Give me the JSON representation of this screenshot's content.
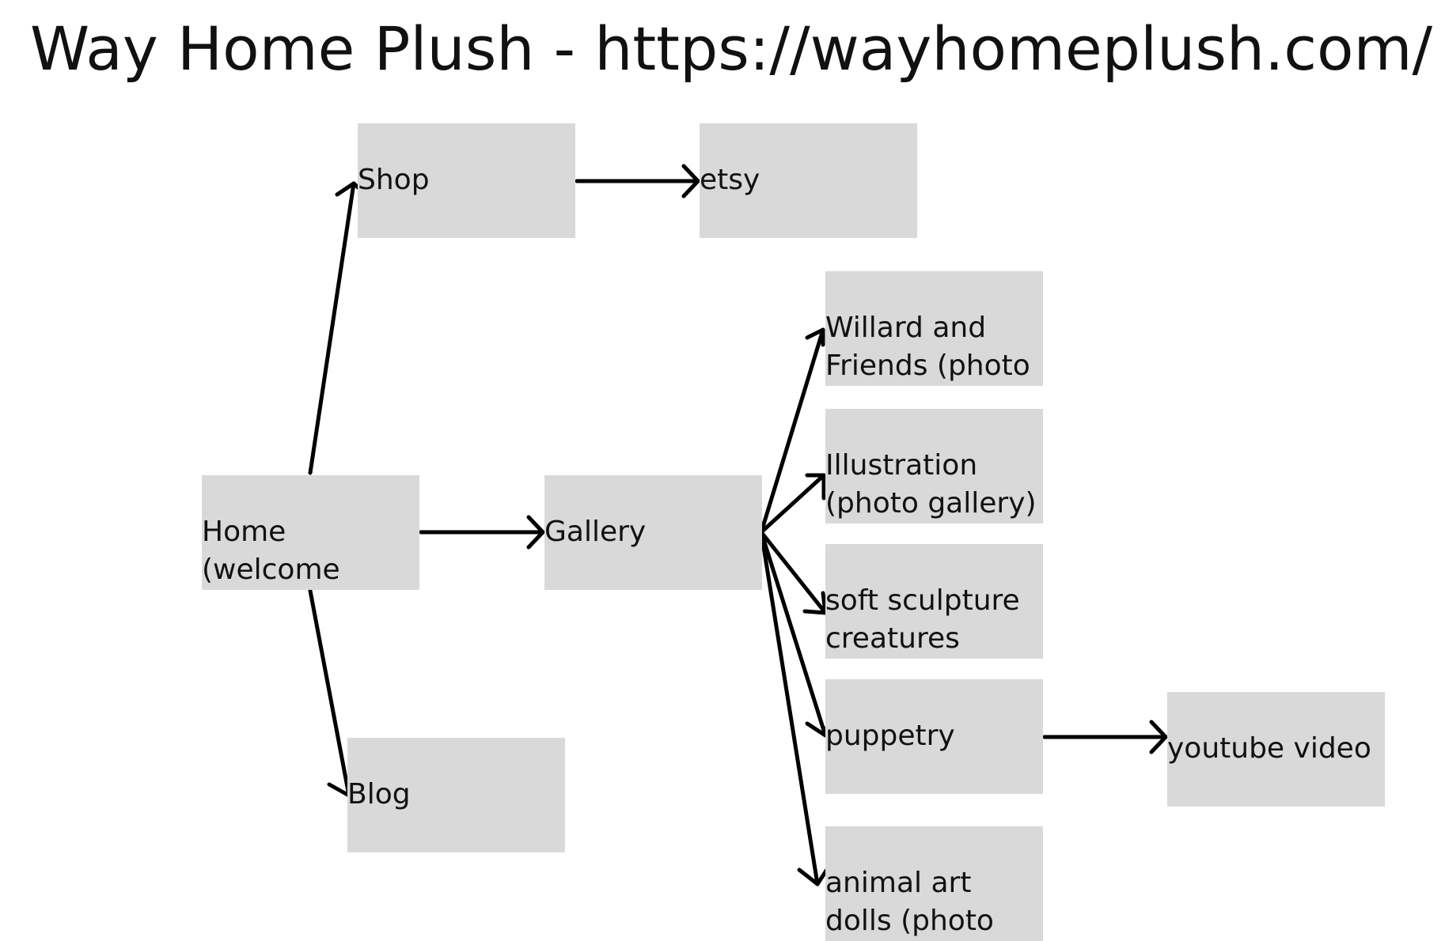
{
  "title": "Way Home Plush - https://wayhomeplush.com/",
  "nodes": {
    "shop": "Shop",
    "etsy": "etsy",
    "home": "Home\n(welcome\npage)",
    "gallery": "Gallery",
    "blog": "Blog",
    "willard": "Willard and\nFriends (photo\ngallery)",
    "illustration": "Illustration\n(photo gallery)",
    "soft_sculpture": "soft sculpture\ncreatures\n(photo gallery)",
    "puppetry": "puppetry",
    "youtube": "youtube video",
    "animal_art": "animal art\ndolls (photo\ngallery)"
  },
  "edges": [
    {
      "from": "Home",
      "to": "Shop"
    },
    {
      "from": "Home",
      "to": "Gallery"
    },
    {
      "from": "Home",
      "to": "Blog"
    },
    {
      "from": "Shop",
      "to": "etsy"
    },
    {
      "from": "Gallery",
      "to": "Willard and Friends (photo gallery)"
    },
    {
      "from": "Gallery",
      "to": "Illustration (photo gallery)"
    },
    {
      "from": "Gallery",
      "to": "soft sculpture creatures (photo gallery)"
    },
    {
      "from": "Gallery",
      "to": "puppetry"
    },
    {
      "from": "Gallery",
      "to": "animal art dolls (photo gallery)"
    },
    {
      "from": "puppetry",
      "to": "youtube video"
    }
  ],
  "colors": {
    "node_fill": "#d9d9d9",
    "edge_stroke": "#000000",
    "text": "#111111"
  }
}
